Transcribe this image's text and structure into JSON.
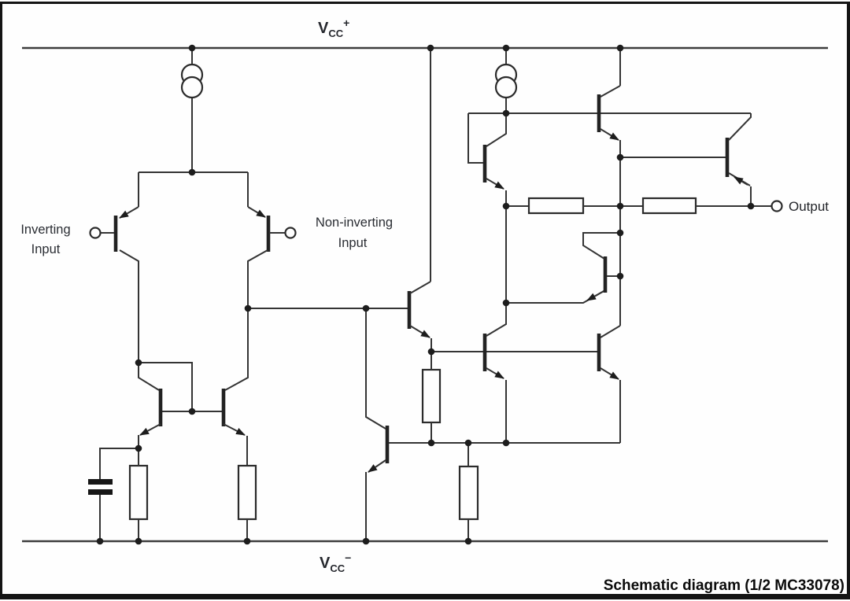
{
  "colors": {
    "background": "#fefefe",
    "wire": "#343434",
    "junction_dot": "#1d1d1d",
    "text": "#2a2d33",
    "caption_text": "#0b0b0b",
    "border": "#141414"
  },
  "labels": {
    "vcc_plus": {
      "base": "V",
      "sub": "CC",
      "sup": "+"
    },
    "vcc_minus": {
      "base": "V",
      "sub": "CC",
      "sup": "−"
    },
    "inverting_input": {
      "line1": "Inverting",
      "line2": "Input"
    },
    "noninverting_input": {
      "line1": "Non-inverting",
      "line2": "Input"
    },
    "output": "Output",
    "caption": "Schematic diagram (1/2 MC33078)"
  },
  "terminals": [
    {
      "name": "inverting-input",
      "label": "Inverting Input"
    },
    {
      "name": "non-inverting-input",
      "label": "Non-inverting Input"
    },
    {
      "name": "output",
      "label": "Output"
    }
  ]
}
